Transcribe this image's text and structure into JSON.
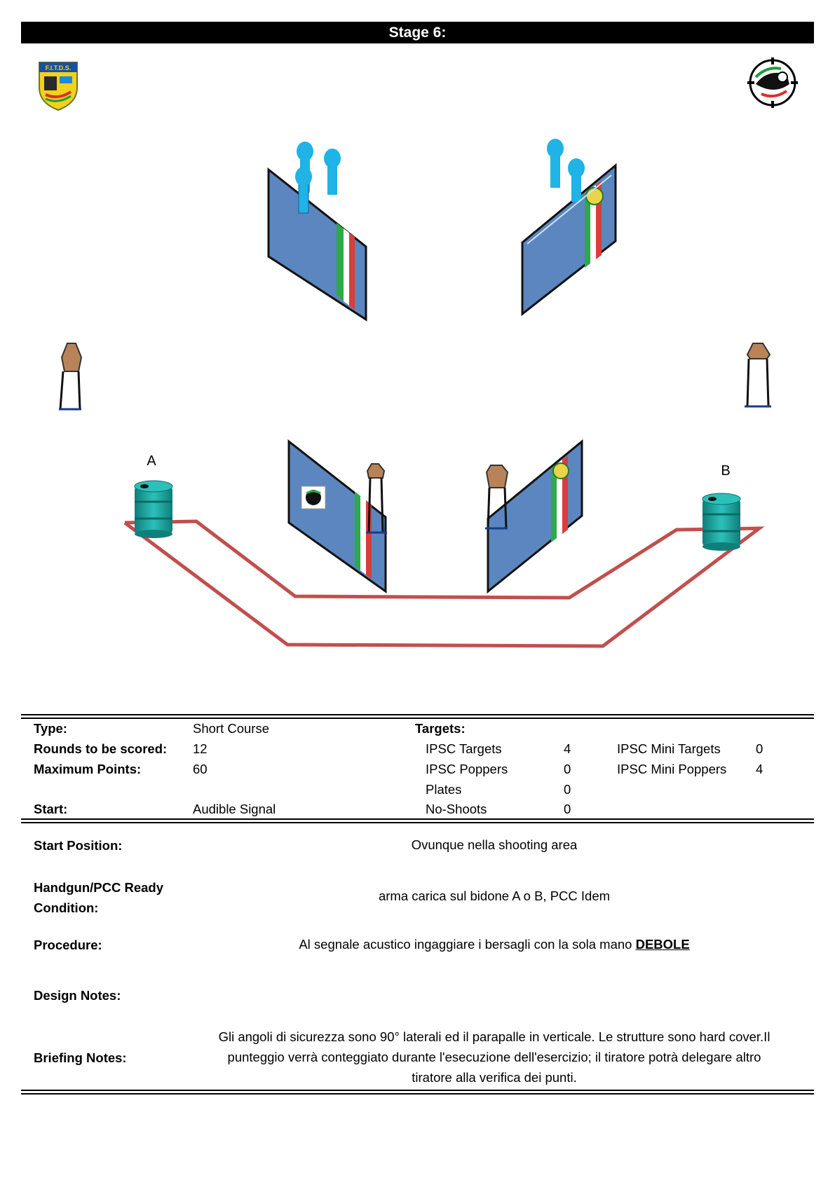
{
  "stage_title": "Stage 6:",
  "logos": {
    "left": "FITDS-shield-logo",
    "left_text": "F.I.T.D.S.",
    "right": "shooting-club-logo"
  },
  "diagram": {
    "position_a": "A",
    "position_b": "B"
  },
  "info": {
    "type_label": "Type:",
    "type_value": "Short Course",
    "rounds_label": "Rounds to be scored:",
    "rounds_value": "12",
    "maxpoints_label": "Maximum Points:",
    "maxpoints_value": "60",
    "start_label": "Start:",
    "start_value": "Audible Signal",
    "targets_label": "Targets:",
    "targets": [
      {
        "name": "IPSC Targets",
        "count": "4"
      },
      {
        "name": "IPSC Poppers",
        "count": "0"
      },
      {
        "name": "Plates",
        "count": "0"
      },
      {
        "name": "No-Shoots",
        "count": "0"
      }
    ],
    "mini_targets": [
      {
        "name": "IPSC Mini Targets",
        "count": "0"
      },
      {
        "name": "IPSC Mini Poppers",
        "count": "4"
      }
    ]
  },
  "details": {
    "start_position_label": "Start Position:",
    "start_position_value": "Ovunque nella shooting area",
    "ready_label": "Handgun/PCC Ready Condition:",
    "ready_value": "arma carica sul bidone A o B, PCC Idem",
    "procedure_label": "Procedure:",
    "procedure_value": "Al segnale acustico ingaggiare i bersagli con la sola mano",
    "procedure_emphasis": "DEBOLE",
    "design_label": "Design Notes:",
    "briefing_label": "Briefing Notes:",
    "briefing_value": "Gli angoli di sicurezza sono 90° laterali ed il parapalle in verticale. Le strutture sono hard cover.Il punteggio verrà conteggiato durante l'esecuzione dell'esercizio; il tiratore potrà delegare altro tiratore alla verifica  dei punti."
  },
  "colors": {
    "wall_blue": "#5b86bf",
    "popper_blue": "#1fb3e6",
    "barrel_teal": "#1aa5a0",
    "fault_line_red": "#c0504d",
    "target_tan": "#b9835a"
  }
}
